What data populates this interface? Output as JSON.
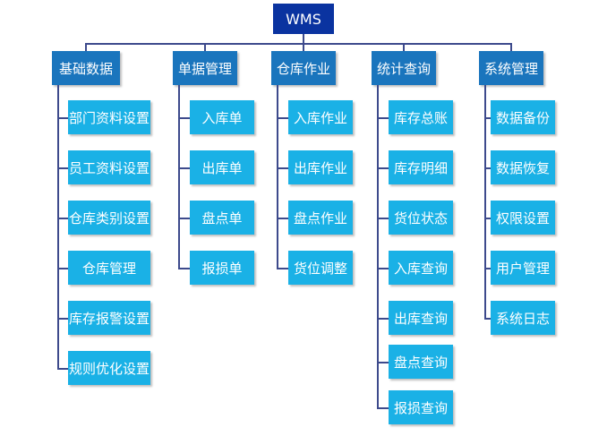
{
  "root": {
    "label": "WMS"
  },
  "categories": [
    {
      "label": "基础数据",
      "items": [
        "部门资料设置",
        "员工资料设置",
        "仓库类别设置",
        "仓库管理",
        "库存报警设置",
        "规则优化设置"
      ]
    },
    {
      "label": "单据管理",
      "items": [
        "入库单",
        "出库单",
        "盘点单",
        "报损单"
      ]
    },
    {
      "label": "仓库作业",
      "items": [
        "入库作业",
        "出库作业",
        "盘点作业",
        "货位调整"
      ]
    },
    {
      "label": "统计查询",
      "items": [
        "库存总账",
        "库存明细",
        "货位状态",
        "入库查询",
        "出库查询",
        "盘点查询",
        "报损查询"
      ]
    },
    {
      "label": "系统管理",
      "items": [
        "数据备份",
        "数据恢复",
        "权限设置",
        "用户管理",
        "系统日志"
      ]
    }
  ],
  "colors": {
    "root": "#0a33a0",
    "category": "#1a75bd",
    "leaf": "#1ab1e6",
    "connector": "#3d4a8c"
  }
}
